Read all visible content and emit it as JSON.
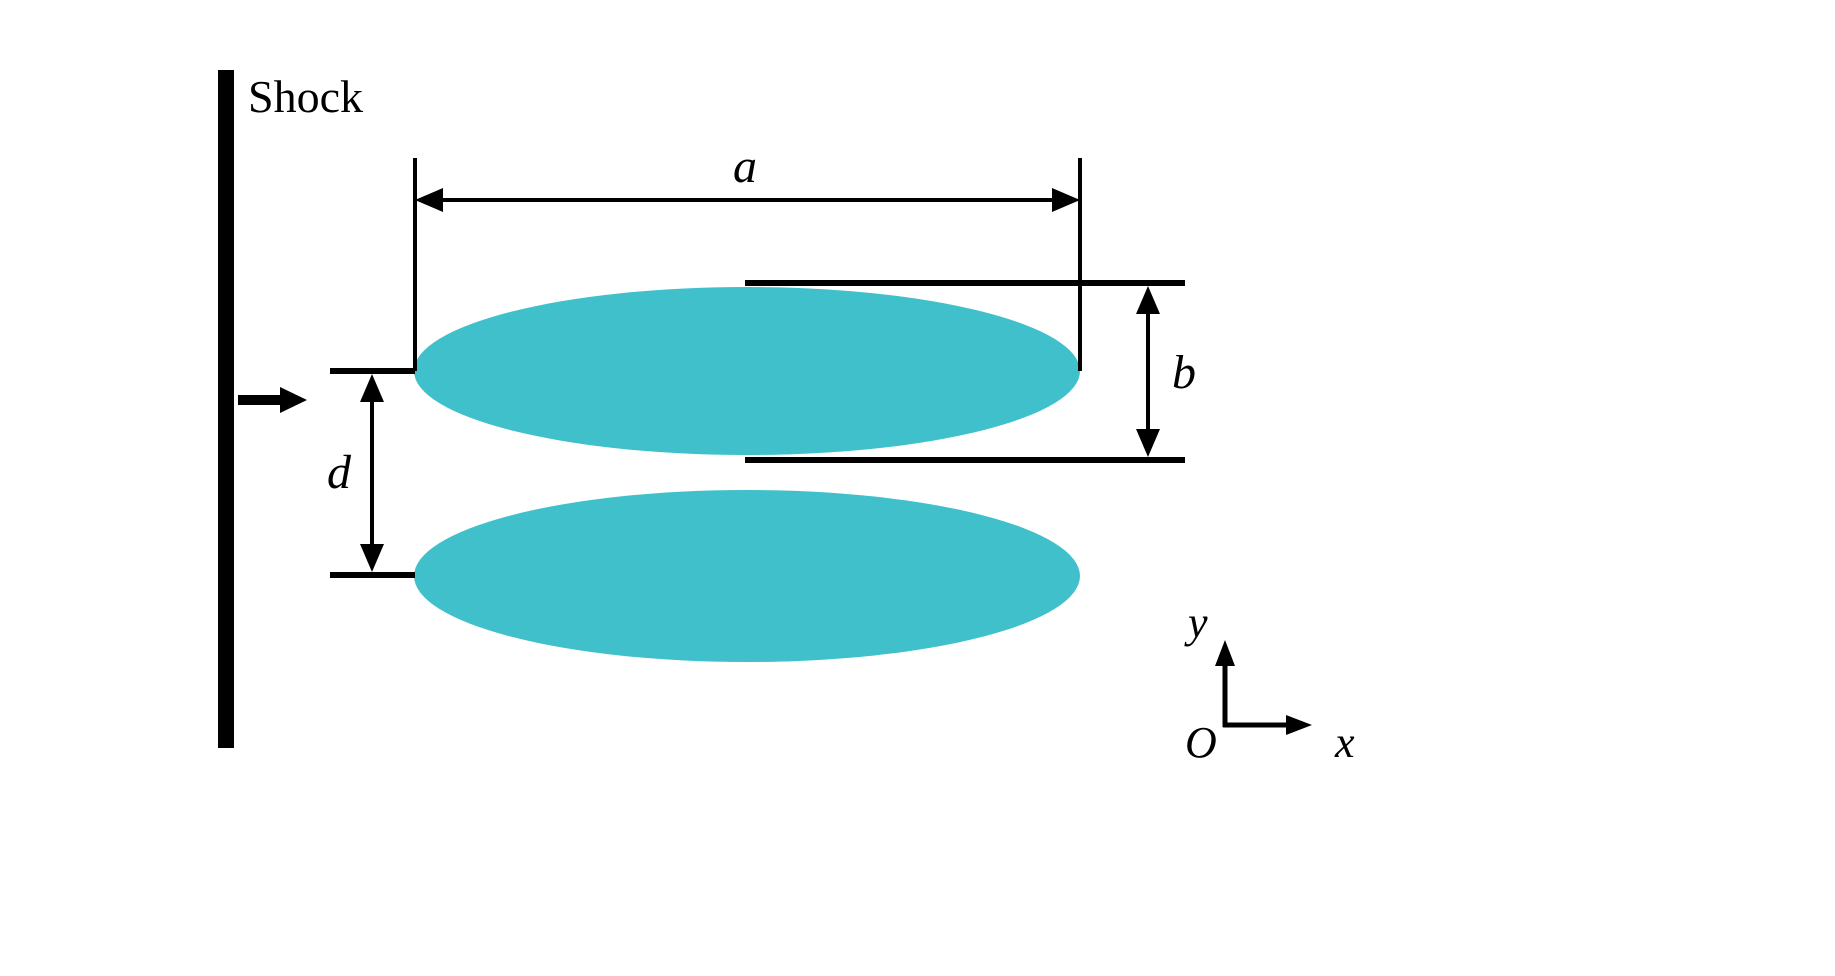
{
  "diagram": {
    "shock_label": "Shock",
    "dim_a_label": "a",
    "dim_b_label": "b",
    "dim_d_label": "d",
    "axis_y_label": "y",
    "axis_x_label": "x",
    "origin_label": "O"
  },
  "colors": {
    "bubble_fill": "#3fc0ca",
    "line": "#000000",
    "background": "#ffffff"
  }
}
